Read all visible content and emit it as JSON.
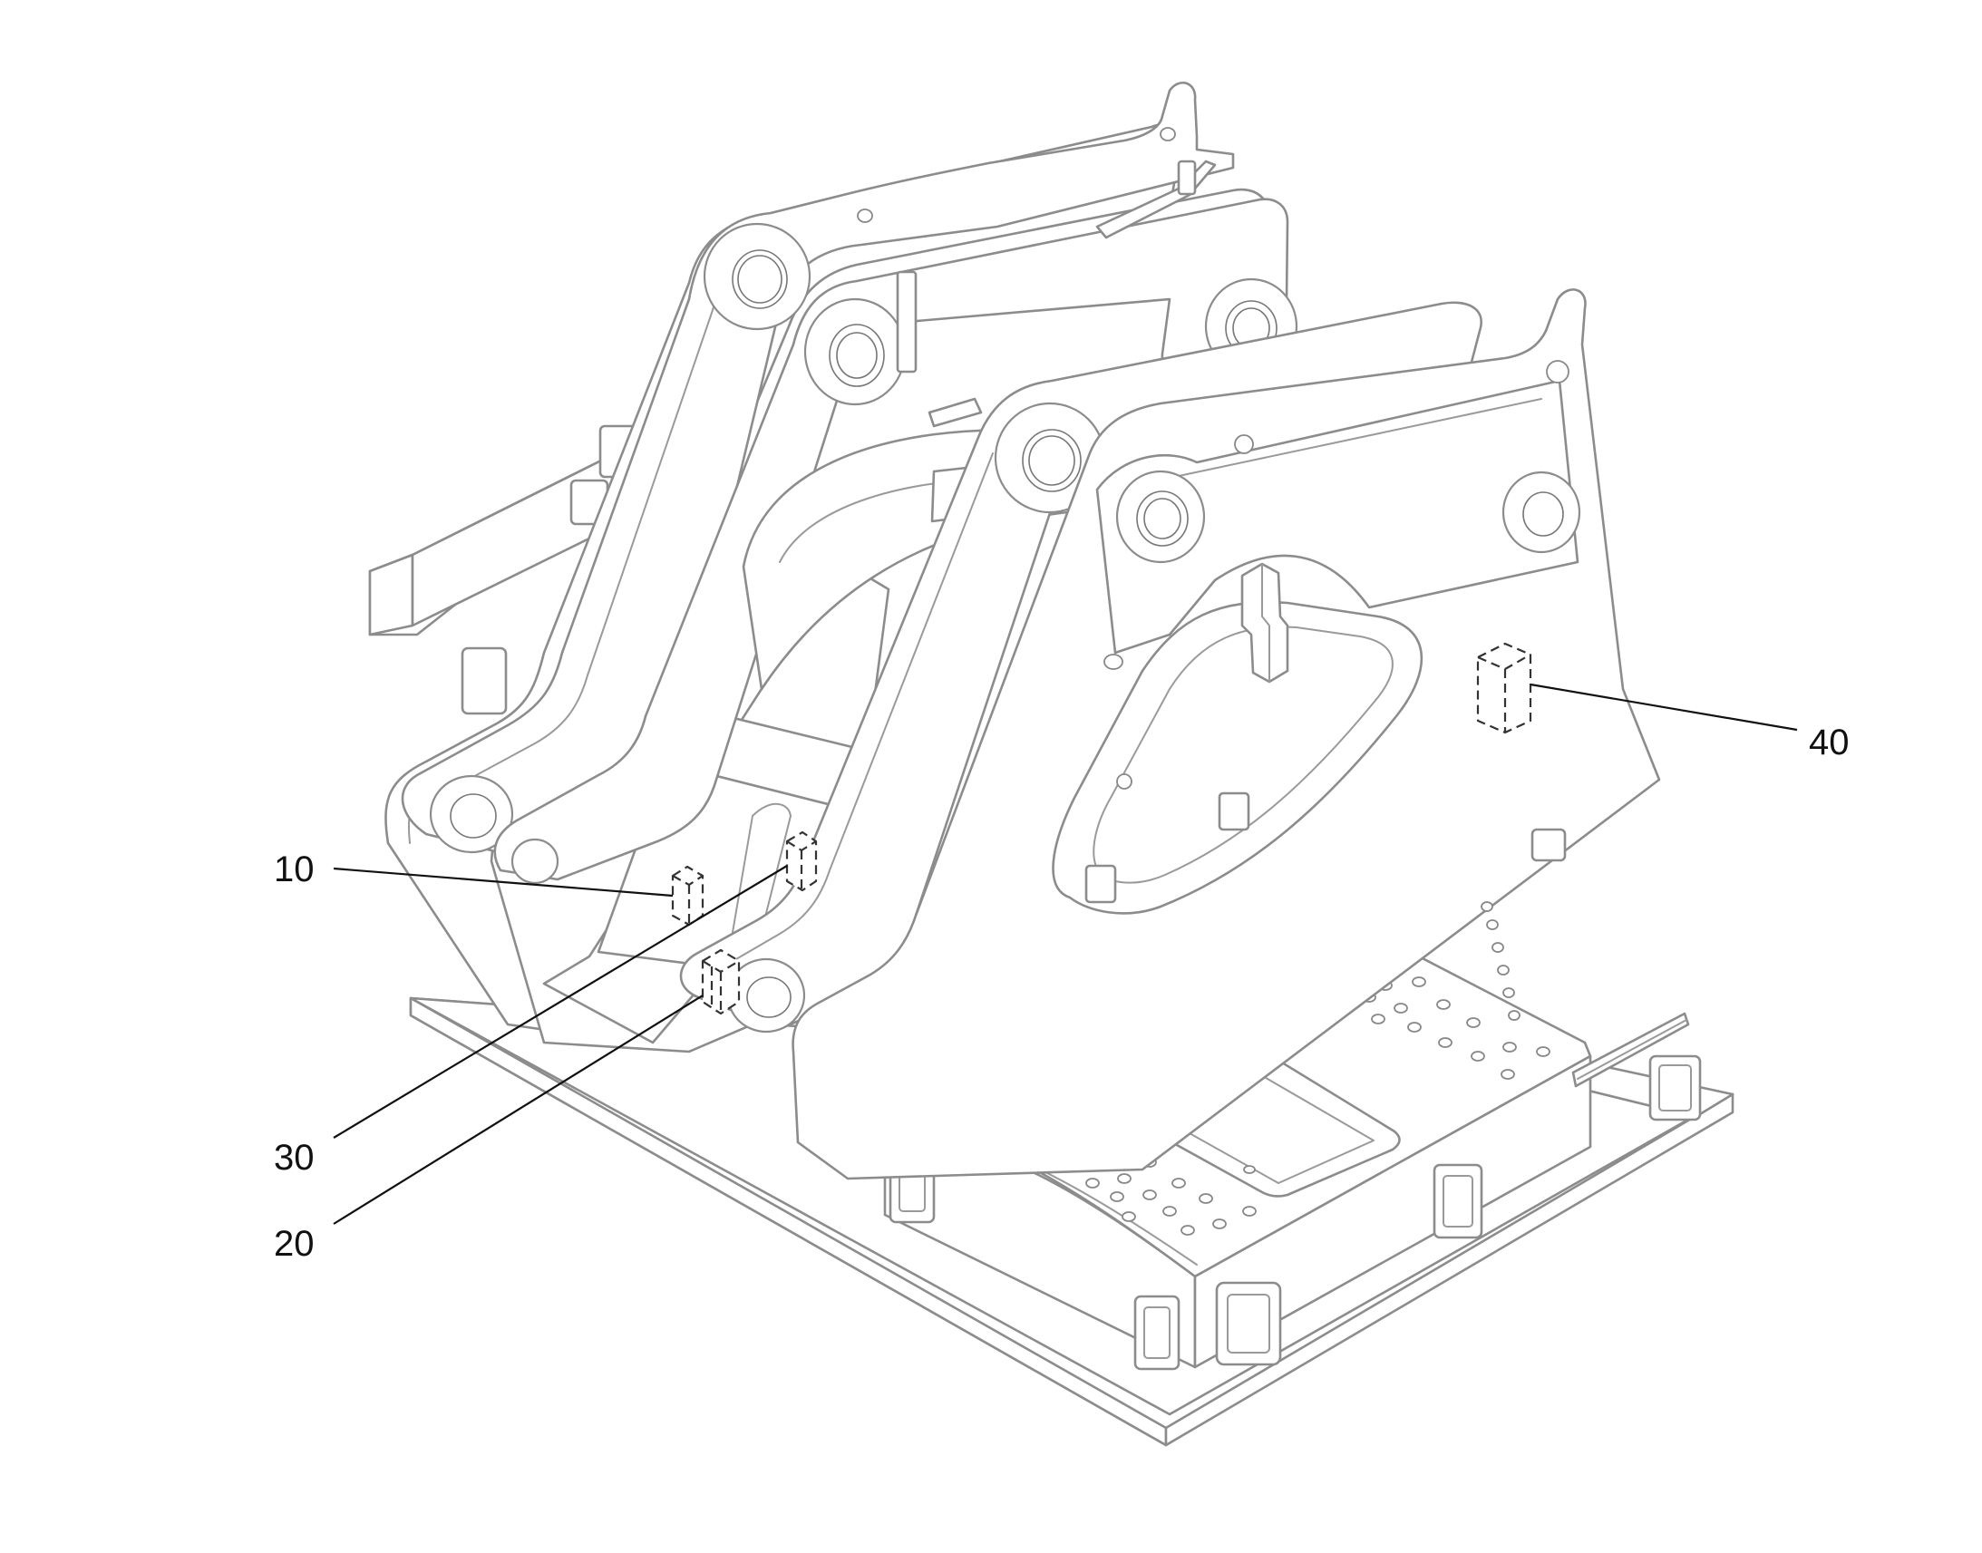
{
  "diagram": {
    "callouts": [
      {
        "label": "10",
        "part": "block-10"
      },
      {
        "label": "20",
        "part": "block-20"
      },
      {
        "label": "30",
        "part": "block-30"
      },
      {
        "label": "40",
        "part": "block-40"
      }
    ],
    "colors": {
      "line": "#8c8c8c",
      "hidden-part": "#333333",
      "leader": "#111111",
      "background": "#ffffff"
    }
  }
}
